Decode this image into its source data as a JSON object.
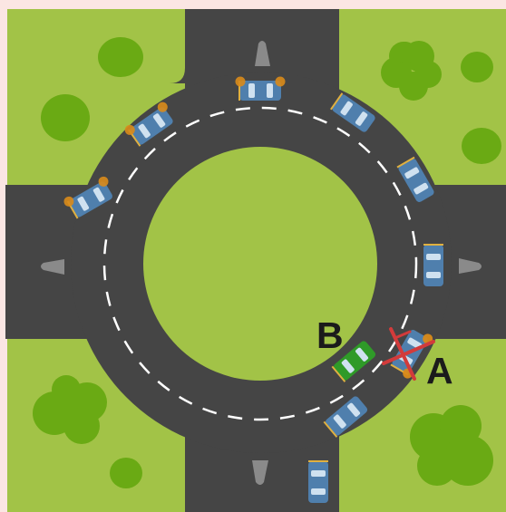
{
  "colors": {
    "background": "#fbe6e3",
    "grass": "#a2c347",
    "road": "#454545",
    "island": "#a2c347",
    "tree": "#6aaa14",
    "arrow": "#8a8a8a",
    "dash": "#ffffff",
    "car_blue": "#4f7fad",
    "car_green": "#2f9a28",
    "car_window": "#cfe1f0",
    "indicator": "#d98b1a",
    "cross": "#d23b3b",
    "label": "#1b1b1b"
  },
  "labels": {
    "a": "A",
    "b": "B"
  },
  "icons": {
    "arrows": [
      "up-arrow-icon",
      "left-arrow-icon",
      "right-arrow-icon",
      "down-arrow-icon"
    ],
    "cross": "cross-out-icon"
  },
  "cars": [
    {
      "name": "car-top",
      "color": "blue",
      "blinker": "left"
    },
    {
      "name": "car-top-left",
      "color": "blue",
      "blinker": "left"
    },
    {
      "name": "car-left",
      "color": "blue",
      "blinker": "left"
    },
    {
      "name": "car-top-right",
      "color": "blue",
      "blinker": "none"
    },
    {
      "name": "car-right-upper",
      "color": "blue",
      "blinker": "none"
    },
    {
      "name": "car-right",
      "color": "blue",
      "blinker": "none"
    },
    {
      "name": "car-b",
      "color": "green",
      "blinker": "none",
      "label": "B"
    },
    {
      "name": "car-a",
      "color": "blue",
      "blinker": "right",
      "label": "A",
      "crossed_out": true
    },
    {
      "name": "car-bottom-right",
      "color": "blue",
      "blinker": "none"
    },
    {
      "name": "car-bottom-exit",
      "color": "blue",
      "blinker": "none"
    }
  ]
}
